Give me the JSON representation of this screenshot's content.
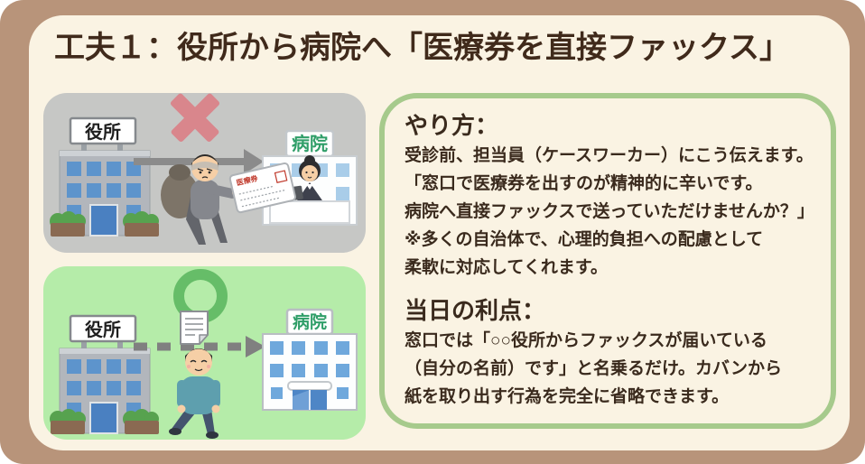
{
  "title": "工夫１：役所から病院へ「医療券を直接ファックス」",
  "colors": {
    "frame_tan": "#b8947a",
    "card_cream": "#faf3e3",
    "before_panel_gray": "#c6c7c5",
    "after_panel_green": "#b5eca9",
    "info_border_green": "#a6ca8c",
    "text_brown": "#3a2a1d",
    "x_mark_red": "#d9868c",
    "circle_mark_green": "#66bd68",
    "hospital_sign_green": "#2f9e68"
  },
  "diagram": {
    "before": {
      "office_label": "役所",
      "hospital_label": "病院",
      "voucher_label": "医療券"
    },
    "after": {
      "office_label": "役所",
      "hospital_label": "病院"
    }
  },
  "info_panel": {
    "how": {
      "heading": "やり方：",
      "lines": [
        "受診前、担当員（ケースワーカー）にこう伝えます。",
        "「窓口で医療券を出すのが精神的に辛いです。",
        "病院へ直接ファックスで送っていただけませんか？」",
        "※多くの自治体で、心理的負担への配慮として",
        "柔軟に対応してくれます。"
      ]
    },
    "benefit": {
      "heading": "当日の利点：",
      "lines": [
        "窓口では「○○役所からファックスが届いている",
        "（自分の名前）です」と名乗るだけ。カバンから",
        "紙を取り出す行為を完全に省略できます。"
      ]
    }
  }
}
